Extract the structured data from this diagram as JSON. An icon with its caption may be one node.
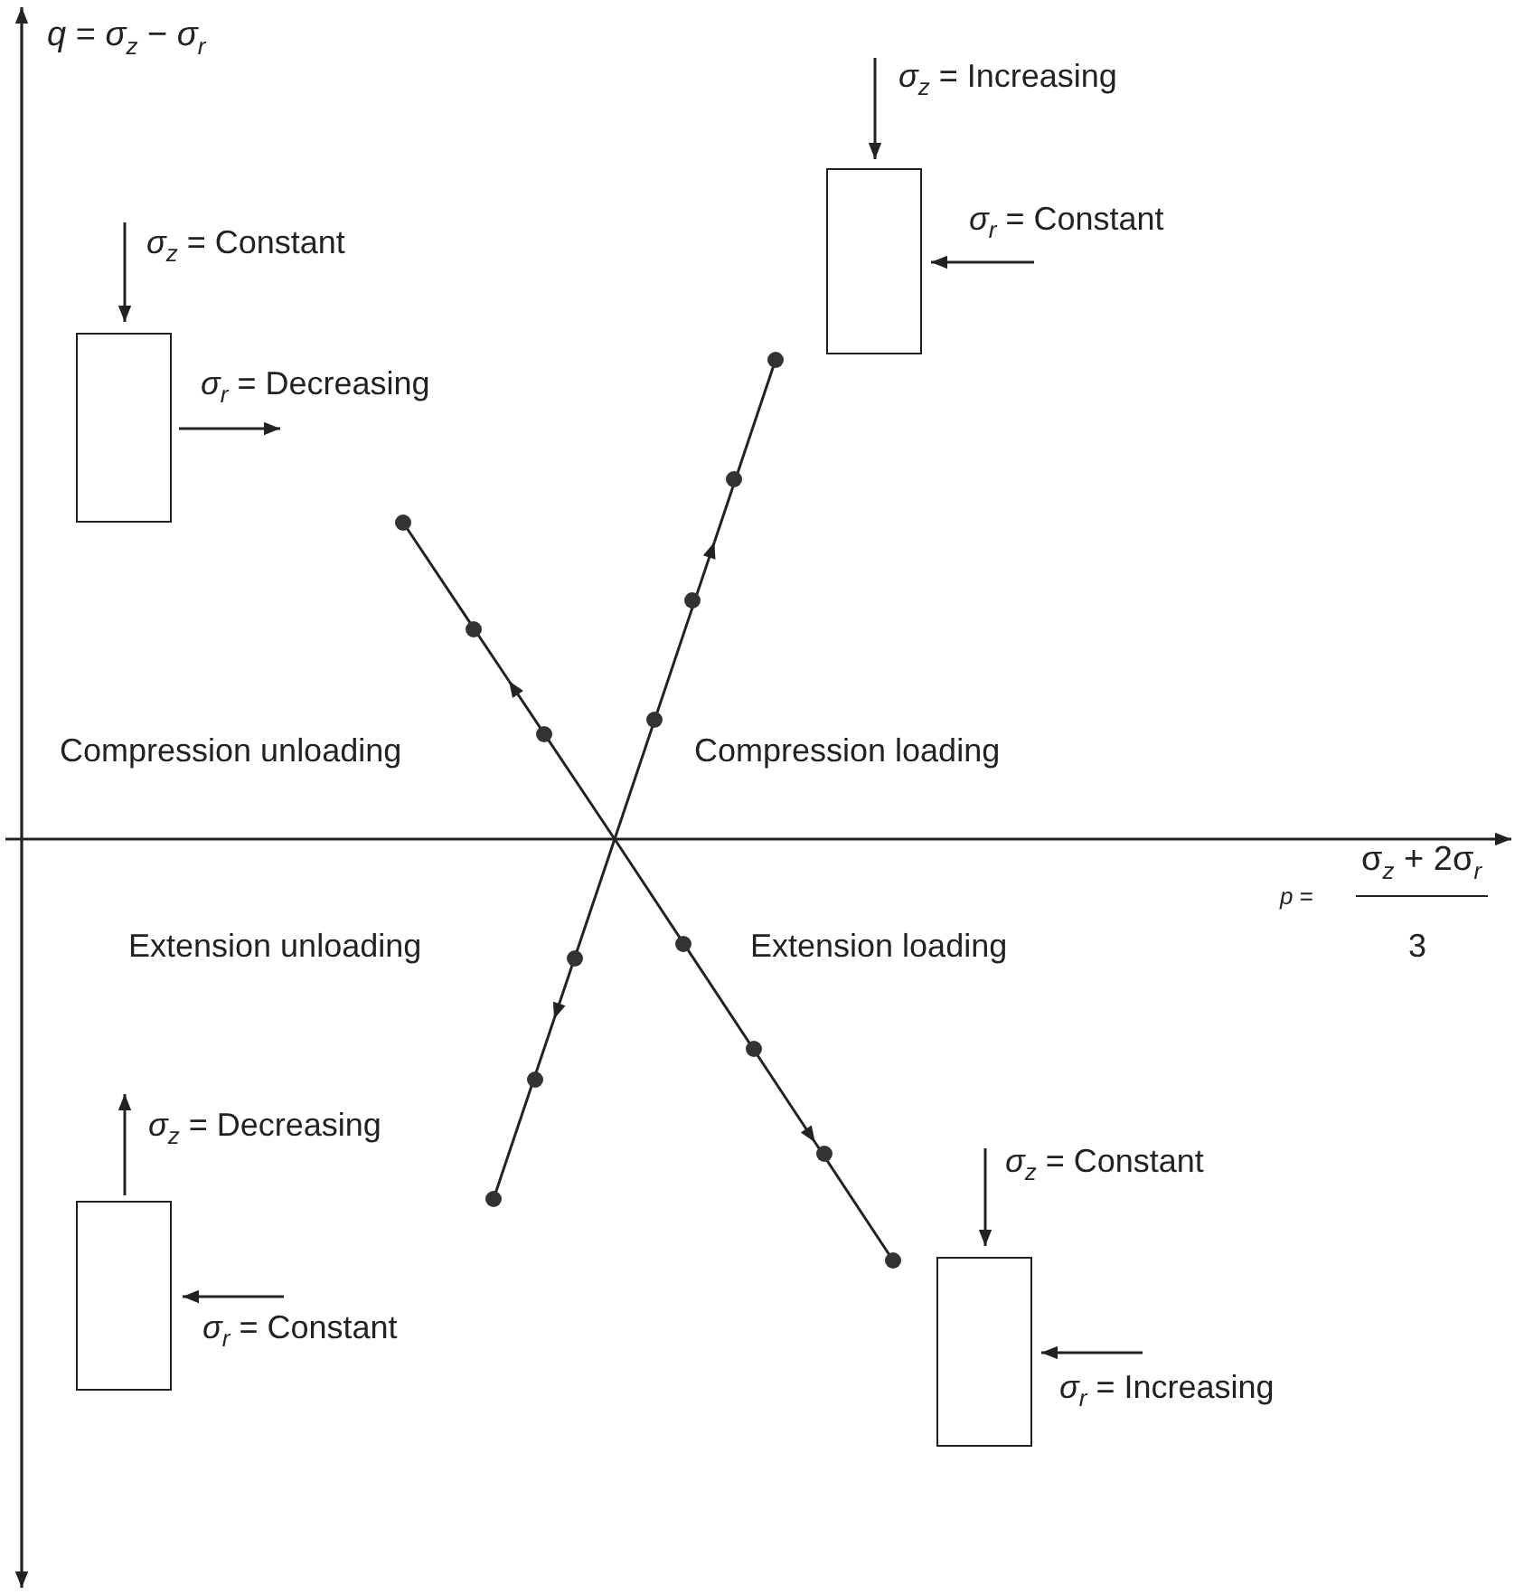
{
  "diagram": {
    "nodes": [
      {
        "text": [],
        "shape": "box"
      },
      {
        "text": [],
        "shape": "box"
      },
      {
        "text": [],
        "shape": "box"
      },
      {
        "text": [],
        "shape": "box"
      }
    ],
    "labels": [
      "*q* = *σ*$_{z}$ − *σ*$_{r}$",
      "*σ*$_{z}$ = Increasing",
      "*σ*$_{r}$ = Constant",
      "*σ*$_{z}$ = Constant",
      "*σ*$_{r}$ = Decreasing",
      "Compression unloading",
      "Compression loading",
      "σ$_{z}$ + 2σ$_{r}$",
      "*p* =",
      "3",
      "Extension unloading",
      "Extension loading",
      "*σ*$_{z}$ = Decreasing",
      "*σ*$_{z}$ = Constant",
      "*σ*$_{r}$ = Constant",
      "*σ*$_{r}$ = Increasing"
    ]
  }
}
